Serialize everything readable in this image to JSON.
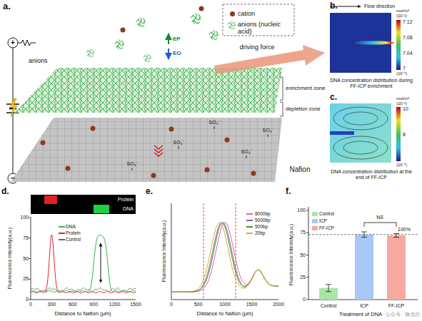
{
  "diagram": {
    "labels": [
      "a.",
      "+",
      "−",
      "EP",
      "EO",
      "anions",
      "driving force",
      "enrichment zone",
      "depletion zone",
      "SO₃⁻",
      "SO₃⁻",
      "SO₃⁻",
      "SO₃⁻",
      "SO₃⁻",
      "Nafion",
      "b.",
      "Flow direction",
      "mol/m³",
      "(10⁻¹)",
      "7.12",
      "7.08",
      "7.04",
      "7",
      "(10⁻⁴)",
      "DNA concentration distribution during FF-ICP enrichment",
      "c.",
      "mol/m³",
      "(10⁻¹)",
      "10",
      "8",
      "(10⁻⁴)",
      "DNA concentration distribution at the end of FF-ICP",
      "d.",
      "Protein",
      "DNA",
      "0",
      "25",
      "50",
      "75",
      "100",
      "0",
      "300",
      "600",
      "900",
      "1200",
      "1500",
      "Fluorescence Intensity(a.u.)",
      "Distance to Nafion (μm)",
      "e.",
      "0",
      "500",
      "1000",
      "1500",
      "2000",
      "Fluorescence Intensity(a.u.)",
      "Distance to Nafion (μm)",
      "f.",
      "0",
      "25",
      "50",
      "75",
      "100",
      "NS",
      "100%",
      "Control",
      "ICP",
      "FF-ICP",
      "Treatment of DNA",
      "Fluorescence Intensity(a.u.)",
      "公众号 · 微流控"
    ],
    "legend": [
      {
        "text": "cation"
      },
      {
        "text": "anions (nucleic acid)"
      },
      {
        "text": "DNA"
      },
      {
        "text": "Protein"
      },
      {
        "text": "Control"
      },
      {
        "text": "8000bp"
      },
      {
        "text": "5000bp"
      },
      {
        "text": "500bp"
      },
      {
        "text": "20bp"
      },
      {
        "text": "Control",
        "color": "#a8e6a8"
      },
      {
        "text": "ICP",
        "color": "#a9c8f5"
      },
      {
        "text": "FF-ICP",
        "color": "#f5a9a0"
      }
    ]
  }
}
